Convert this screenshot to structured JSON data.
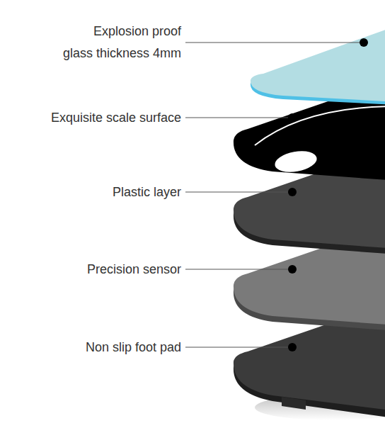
{
  "diagram": {
    "labels": [
      "Explosion proof glass thickness 4mm",
      "Exquisite scale surface",
      "Plastic layer",
      "Precision sensor",
      "Non slip foot pad"
    ]
  }
}
